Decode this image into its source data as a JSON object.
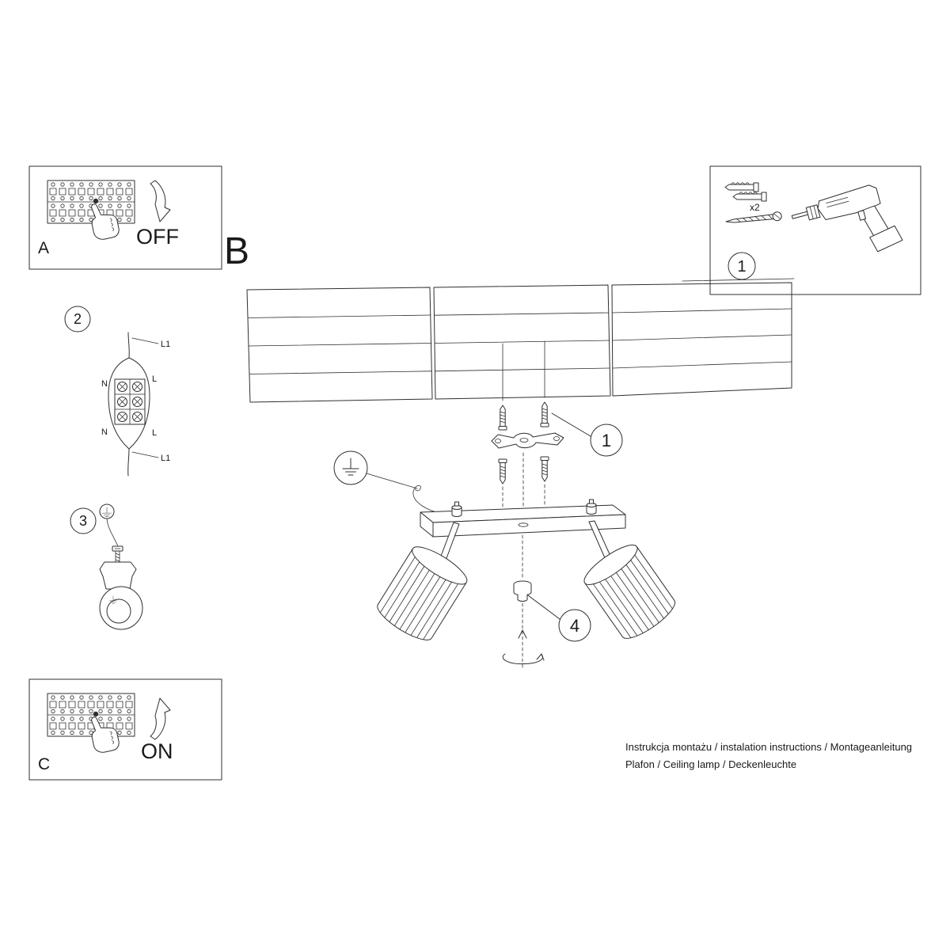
{
  "panels": {
    "a": {
      "label": "A",
      "state": "OFF"
    },
    "c": {
      "label": "C",
      "state": "ON"
    }
  },
  "section_label": "B",
  "hardware_box": {
    "step": "1",
    "quantity": "x2"
  },
  "callouts": {
    "bracket": "1",
    "wiring": "2",
    "ground": "3",
    "knob": "4"
  },
  "wiring_labels": {
    "l1_top": "L1",
    "n_top": "N",
    "l_top": "L",
    "n_bottom": "N",
    "l_bottom": "L",
    "l1_bottom": "L1"
  },
  "footer": {
    "line1": "Instrukcja montażu / instalation instructions / Montageanleitung",
    "line2": "Plafon / Ceiling lamp / Deckenleuchte"
  },
  "colors": {
    "line": "#2f2f2f",
    "background": "#ffffff"
  }
}
